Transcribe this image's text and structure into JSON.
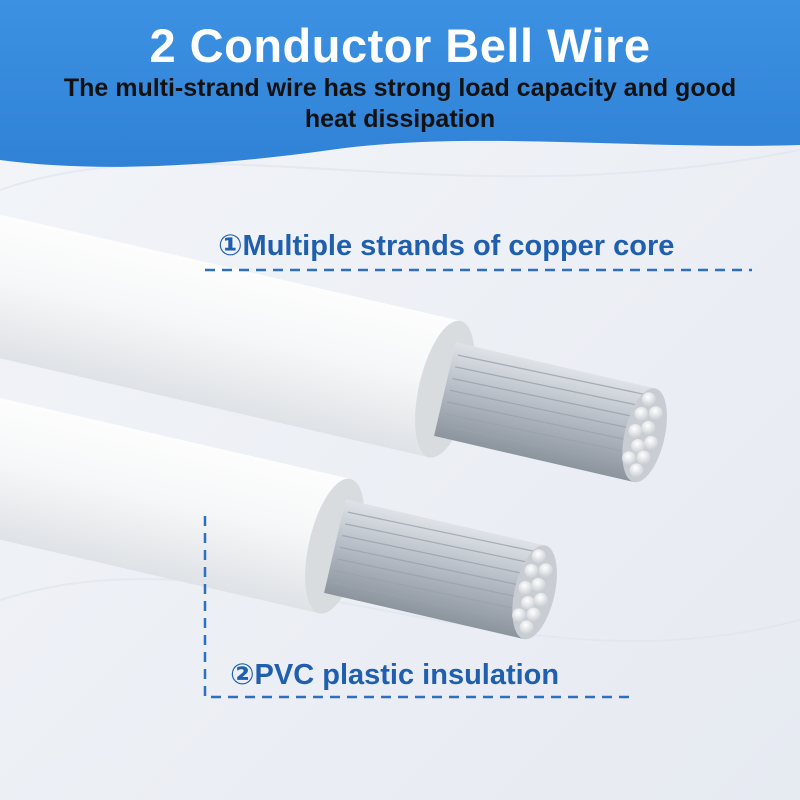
{
  "header": {
    "title": "2 Conductor Bell Wire",
    "subtitle": "The multi-strand wire has strong load capacity and good heat dissipation"
  },
  "callouts": [
    {
      "label": "①Multiple strands of copper core"
    },
    {
      "label": "②PVC plastic insulation"
    }
  ],
  "colors": {
    "banner": "#3a8ee0",
    "callout_text": "#1f5fae",
    "insulation": "#f4f5f7",
    "core": "#b9c0c8"
  }
}
